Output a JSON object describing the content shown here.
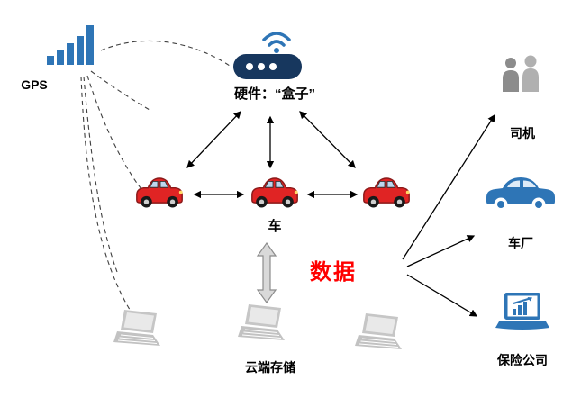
{
  "nodes": {
    "gps": {
      "label": "GPS"
    },
    "hardware": {
      "label": "硬件：“盒子”"
    },
    "car": {
      "label": "车"
    },
    "data": {
      "label": "数据"
    },
    "cloud": {
      "label": "云端存储"
    },
    "driver": {
      "label": "司机"
    },
    "factory": {
      "label": "车厂"
    },
    "insurance": {
      "label": "保险公司"
    }
  },
  "icons": {
    "gps": "signal-bars-icon",
    "hardware": "wifi-router-icon",
    "car": "red-car-icon",
    "driver": "people-icon",
    "factory": "blue-car-icon",
    "insurance": "laptop-chart-icon",
    "cloud": "gray-laptop-icon"
  },
  "colors": {
    "accent_blue": "#2E75B6",
    "router_navy": "#17375E",
    "car_red": "#E02424",
    "data_red": "#FF0000",
    "gray_icon": "#BFBFBF",
    "arrow_black": "#000000"
  }
}
